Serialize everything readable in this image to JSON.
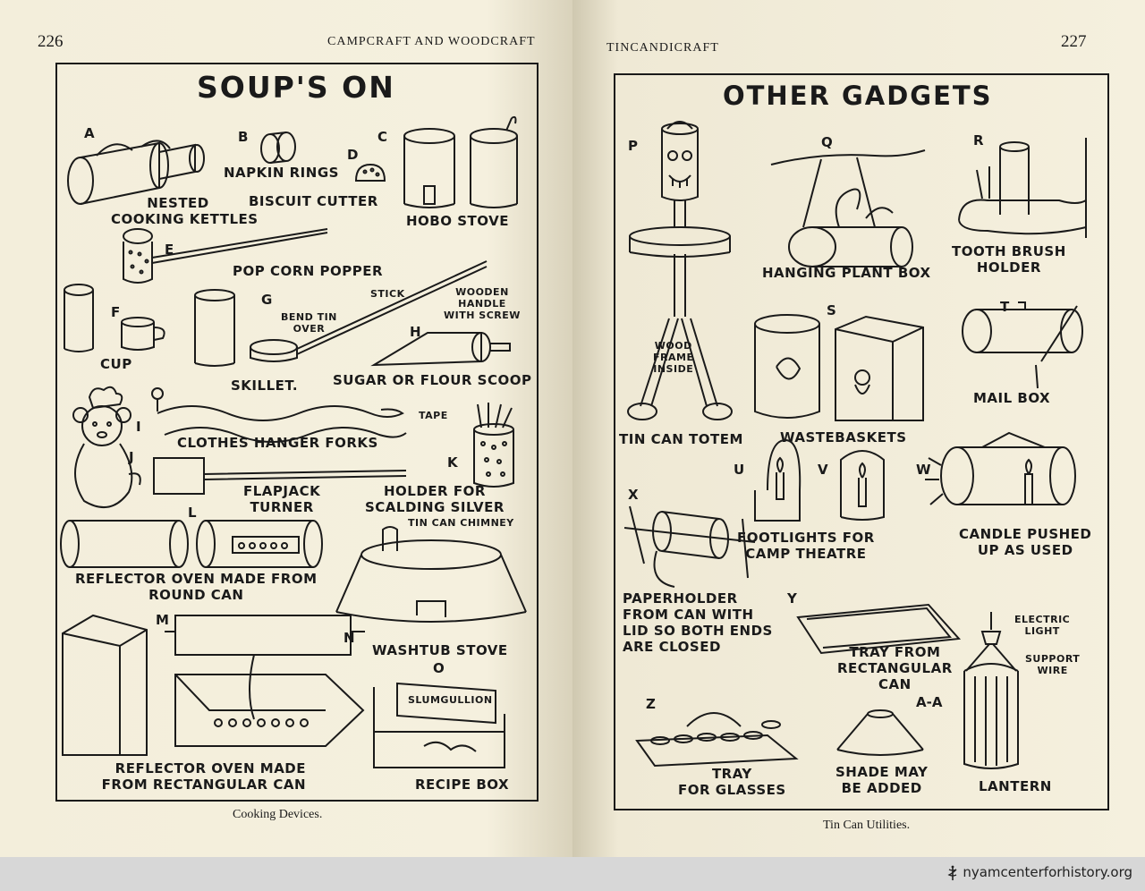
{
  "left_page": {
    "page_number": "226",
    "running_head": "CAMPCRAFT AND WOODCRAFT",
    "title": "SOUP'S ON",
    "caption": "Cooking Devices.",
    "items": {
      "A": "A",
      "B": "B",
      "C": "C",
      "D": "D",
      "E": "E",
      "F": "F",
      "G": "G",
      "H": "H",
      "I": "I",
      "J": "J",
      "K": "K",
      "L": "L",
      "M": "M",
      "N": "N",
      "O": "O"
    },
    "labels": {
      "nested_kettles": "NESTED\nCOOKING KETTLES",
      "napkin_rings": "NAPKIN RINGS",
      "biscuit_cutter": "BISCUIT CUTTER",
      "hobo_stove": "HOBO STOVE",
      "pop_corn_popper": "POP CORN POPPER",
      "cup": "CUP",
      "skillet": "SKILLET.",
      "stick": "STICK",
      "bend_tin": "BEND TIN\nOVER",
      "wooden_handle": "WOODEN\nHANDLE\nWITH SCREW",
      "sugar_scoop": "SUGAR OR FLOUR SCOOP",
      "tape": "TAPE",
      "clothes_hanger_forks": "CLOTHES HANGER FORKS",
      "flapjack_turner": "FLAPJACK\nTURNER",
      "holder_scalding": "HOLDER FOR\nSCALDING SILVER",
      "tin_can_chimney": "TIN CAN CHIMNEY",
      "reflector_round": "REFLECTOR OVEN MADE FROM\nROUND CAN",
      "washtub_stove": "WASHTUB STOVE",
      "reflector_rect": "REFLECTOR OVEN MADE\nFROM RECTANGULAR CAN",
      "recipe_box": "RECIPE BOX",
      "slumgullion": "SLUMGULLION"
    }
  },
  "right_page": {
    "page_number": "227",
    "running_head": "TINCANDICRAFT",
    "title": "OTHER GADGETS",
    "caption": "Tin Can Utilities.",
    "items": {
      "P": "P",
      "Q": "Q",
      "R": "R",
      "S": "S",
      "T": "T",
      "U": "U",
      "V": "V",
      "W": "W",
      "X": "X",
      "Y": "Y",
      "Z": "Z",
      "AA": "A-A"
    },
    "labels": {
      "hanging_plant_box": "HANGING PLANT BOX",
      "tooth_brush_holder": "TOOTH BRUSH\nHOLDER",
      "wood_frame": "WOOD\nFRAME\nINSIDE",
      "tin_can_totem": "TIN CAN TOTEM",
      "wastebaskets": "WASTEBASKETS",
      "mail_box": "MAIL BOX",
      "footlights": "FOOTLIGHTS FOR\nCAMP THEATRE",
      "candle_pushed": "CANDLE PUSHED\nUP AS USED",
      "paperholder": "PAPERHOLDER\nFROM CAN WITH\nLID SO BOTH ENDS\nARE CLOSED",
      "electric_light": "ELECTRIC\nLIGHT",
      "support_wire": "SUPPORT\nWIRE",
      "tray_rect": "TRAY FROM\nRECTANGULAR\nCAN",
      "tray_glasses": "TRAY\nFOR GLASSES",
      "shade": "SHADE MAY\nBE ADDED",
      "lantern": "LANTERN"
    }
  },
  "footer": {
    "credit": "nyamcenterforhistory.org"
  }
}
